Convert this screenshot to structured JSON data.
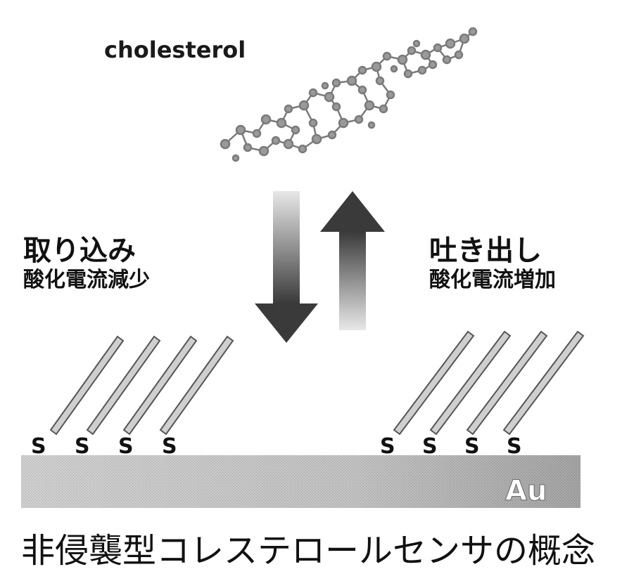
{
  "molecule": {
    "label": "cholesterol"
  },
  "uptake": {
    "title": "取り込み",
    "subtitle": "酸化電流減少"
  },
  "release": {
    "title": "吐き出し",
    "subtitle": "酸化電流増加"
  },
  "surface": {
    "label": "Au"
  },
  "sulfur_label": "S",
  "caption": "非侵襲型コレステロールセンサの概念",
  "colors": {
    "arrow_dark": "#3a3a3a",
    "electrode": "#b5b5b5",
    "molecule": "#6f6f6f"
  }
}
